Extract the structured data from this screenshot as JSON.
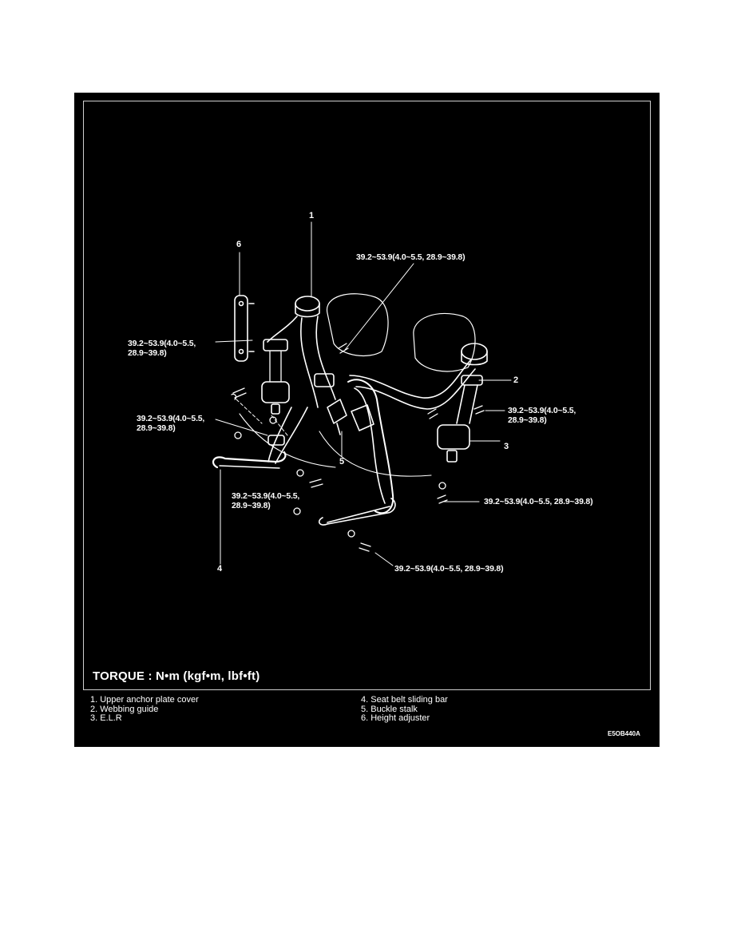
{
  "diagram": {
    "part_numbers": [
      "1",
      "2",
      "3",
      "4",
      "5",
      "6"
    ],
    "torque_specs": {
      "upper_bolt": "39.2~53.9(4.0~5.5, 28.9~39.8)",
      "height_adjuster_bolt": "39.2~53.9(4.0~5.5,\n28.9~39.8)",
      "left_mid_bolt": "39.2~53.9(4.0~5.5,\n28.9~39.8)",
      "right_webbing_bolt": "39.2~53.9(4.0~5.5,\n28.9~39.8)",
      "lower_center_bolt": "39.2~53.9(4.0~5.5,\n28.9~39.8)",
      "right_lower_bolt": "39.2~53.9(4.0~5.5, 28.9~39.8)",
      "bottom_bolt": "39.2~53.9(4.0~5.5, 28.9~39.8)"
    },
    "torque_heading": "TORQUE : N•m (kgf•m, lbf•ft)",
    "legend_left": [
      "1. Upper anchor plate cover",
      "2. Webbing guide",
      "3. E.L.R"
    ],
    "legend_right": [
      "4. Seat belt sliding bar",
      "5. Buckle stalk",
      "6. Height adjuster"
    ],
    "figure_code": "E5OB440A",
    "colors": {
      "background": "#000000",
      "line": "#ffffff",
      "page": "#ffffff"
    }
  }
}
